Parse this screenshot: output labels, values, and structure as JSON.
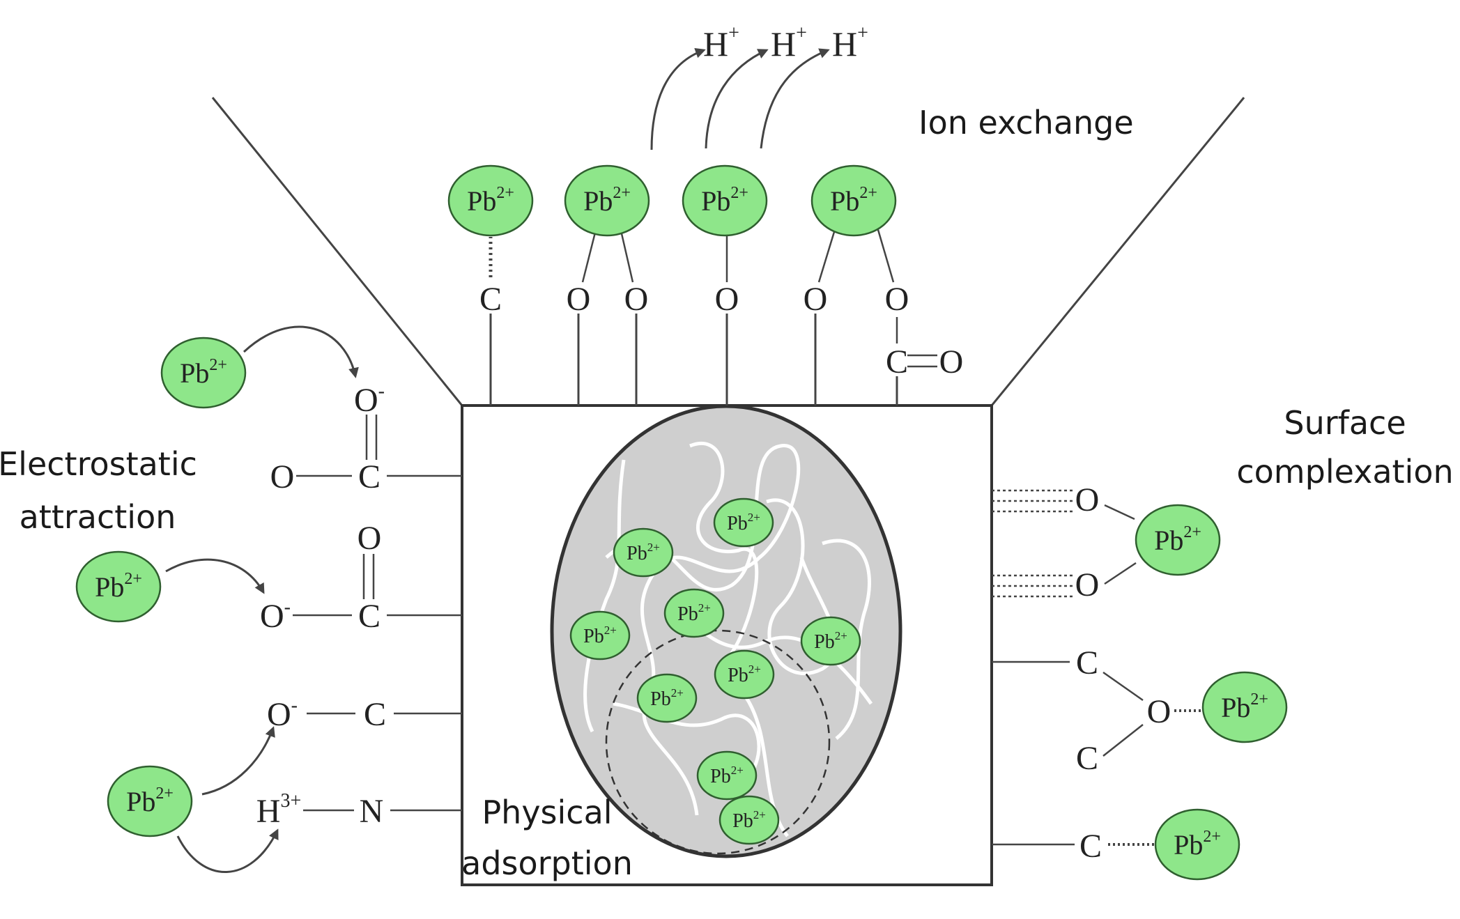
{
  "labels": {
    "ion_exchange": "Ion exchange",
    "electrostatic_1": "Electrostatic",
    "electrostatic_2": "attraction",
    "surface_1": "Surface",
    "surface_2": "complexation",
    "physical_1": "Physical",
    "physical_2": "adsorption"
  },
  "ion": {
    "base": "Pb",
    "charge": "2+"
  },
  "proton": {
    "base": "H",
    "charge": "+"
  },
  "ammonium_h": {
    "base": "H",
    "charge": "3+"
  },
  "atoms": {
    "O": "O",
    "C": "C",
    "N": "N",
    "O_minus_charge": "-"
  },
  "colors": {
    "ion_fill": "#8ee68a",
    "core_fill": "#cfcfcf"
  }
}
